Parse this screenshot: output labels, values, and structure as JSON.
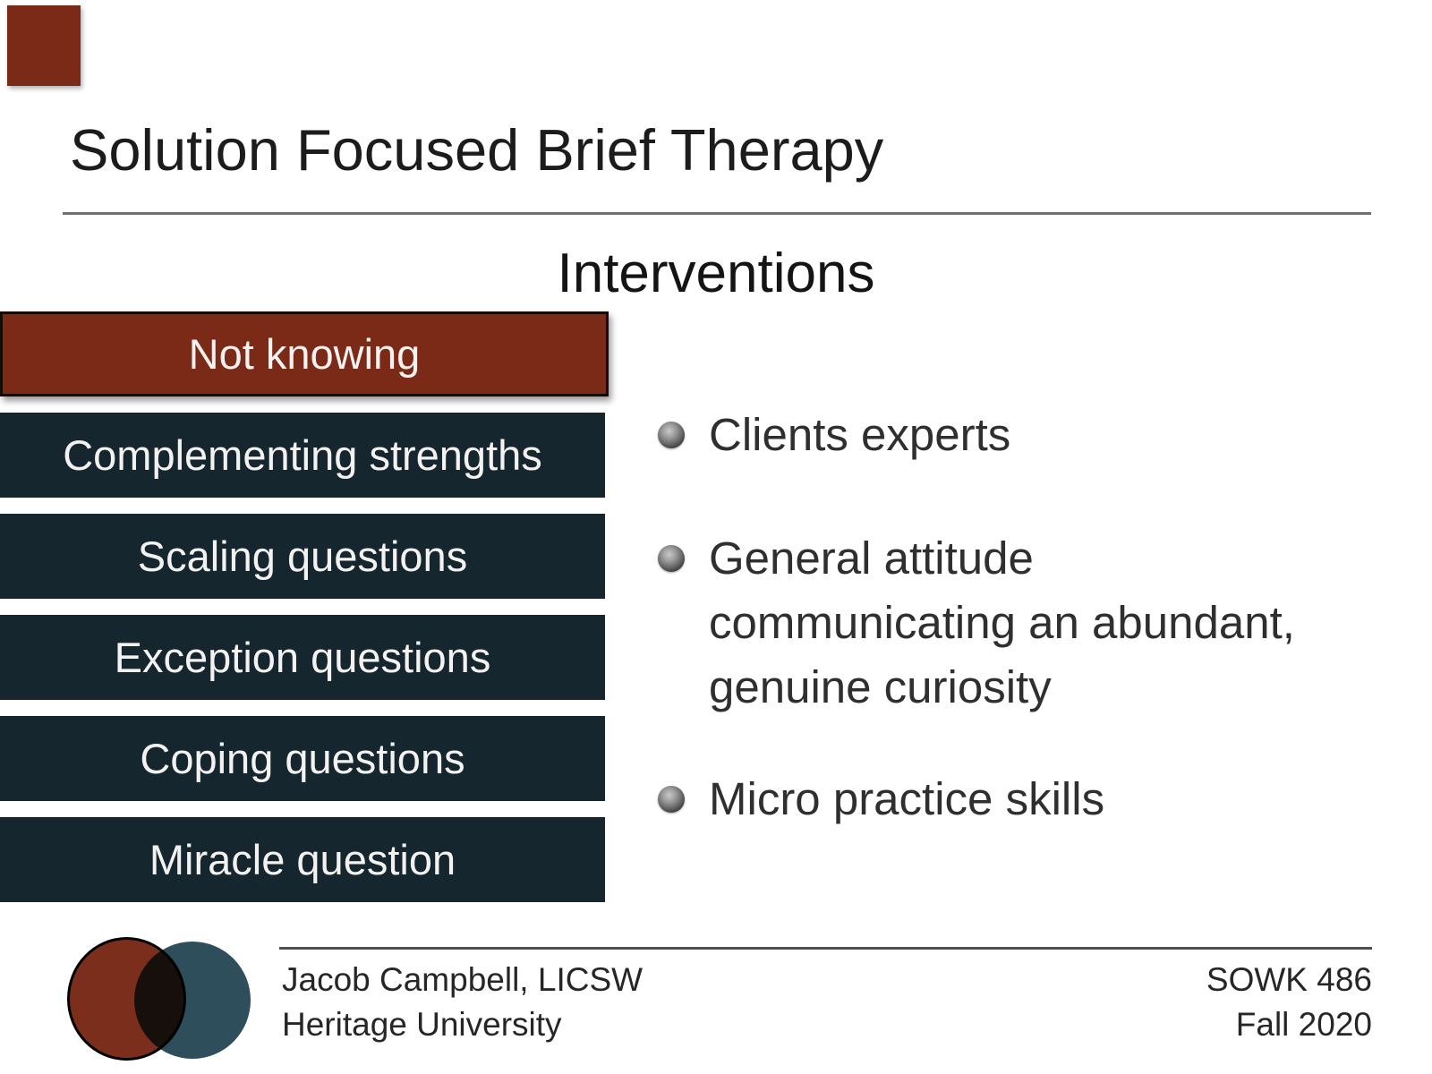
{
  "slide": {
    "title": "Solution Focused Brief Therapy",
    "section_heading": "Interventions"
  },
  "interventions": {
    "items": [
      {
        "label": "Not knowing",
        "highlighted": true
      },
      {
        "label": "Complementing strengths",
        "highlighted": false
      },
      {
        "label": "Scaling questions",
        "highlighted": false
      },
      {
        "label": "Exception questions",
        "highlighted": false
      },
      {
        "label": "Coping questions",
        "highlighted": false
      },
      {
        "label": "Miracle question",
        "highlighted": false
      }
    ]
  },
  "bullets": {
    "items": [
      {
        "text": "Clients experts"
      },
      {
        "text": "General attitude\ncommunicating an abundant,\ngenuine curiosity"
      },
      {
        "text": "Micro practice skills"
      }
    ],
    "bullet_icon": "sphere-bullet"
  },
  "footer": {
    "author": "Jacob Campbell, LICSW",
    "institution": "Heritage University",
    "course": "SOWK 486",
    "term": "Fall 2020"
  },
  "colors": {
    "highlight_box": "#7a2a16",
    "default_box": "#15262e",
    "box_text": "#f3f2f0",
    "corner_accent": "#7a2a16",
    "logo_left_circle": "#7b2e1c",
    "logo_right_circle": "#2f4e5c"
  }
}
